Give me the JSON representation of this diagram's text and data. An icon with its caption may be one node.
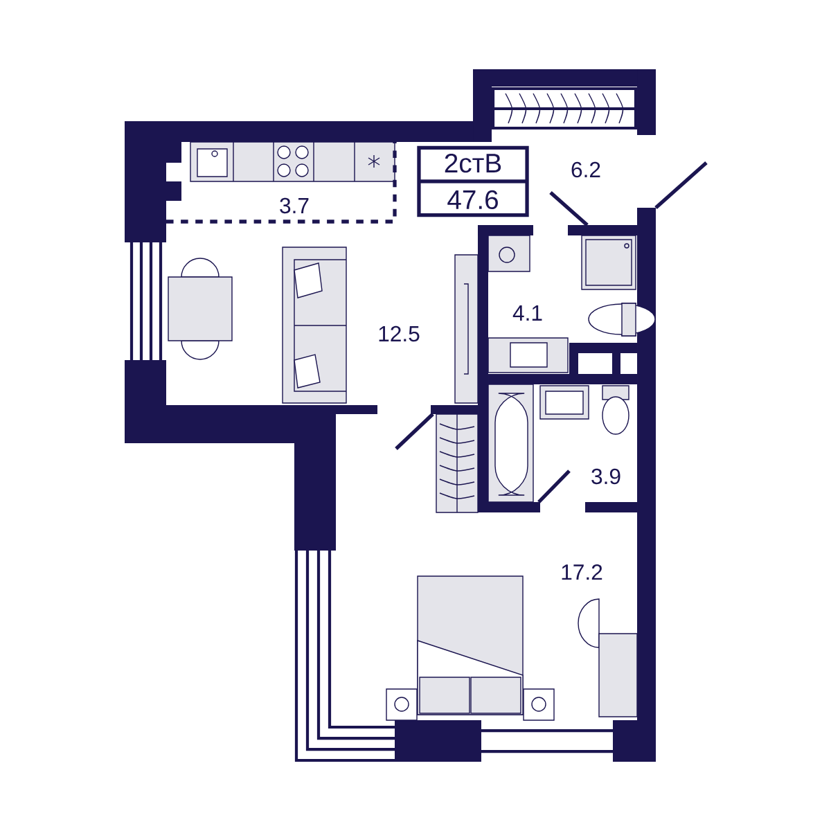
{
  "diagram": {
    "nodes": [
      {
        "text": [
          "2стВ",
          "47.6"
        ]
      }
    ],
    "labels": [
      "6.2",
      "3.7",
      "4.1",
      "12.5",
      "3.9",
      "17.2"
    ]
  }
}
